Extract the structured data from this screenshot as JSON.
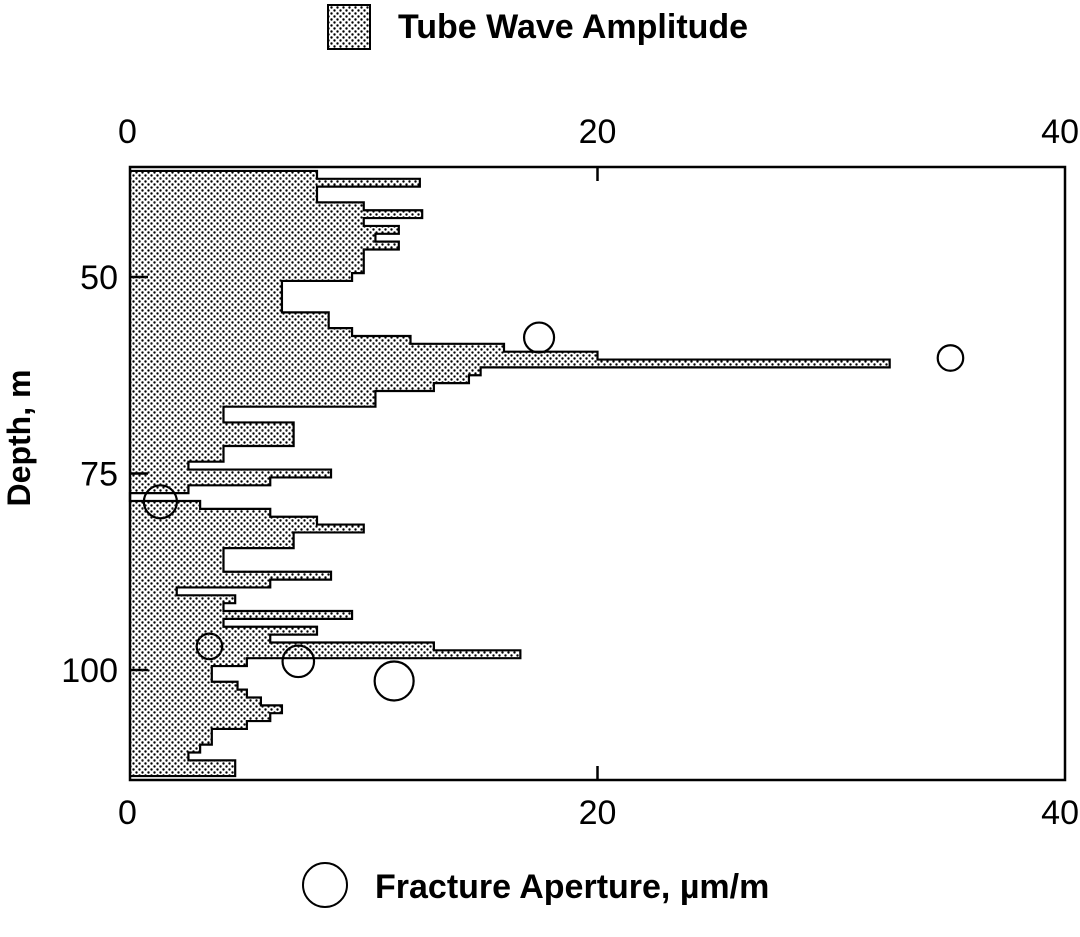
{
  "chart_data": {
    "type": "bar",
    "orientation": "horizontal",
    "ylabel": "Depth, m",
    "y_reversed": true,
    "ylim": [
      36,
      114
    ],
    "y_ticks": [
      50,
      75,
      100
    ],
    "x_ticks": [
      0,
      20,
      40
    ],
    "x_ticks_top": [
      0,
      20,
      40
    ],
    "xlim": [
      0,
      40
    ],
    "grid": false,
    "series": [
      {
        "name": "Tube Wave Amplitude",
        "kind": "step-bar",
        "pattern": "stippled",
        "depth": [
          37,
          38,
          39,
          40,
          41,
          42,
          43,
          44,
          45,
          46,
          47,
          48,
          49,
          50,
          51,
          52,
          53,
          54,
          55,
          56,
          57,
          58,
          59,
          60,
          61,
          62,
          63,
          64,
          65,
          66,
          67,
          68,
          69,
          70,
          71,
          72,
          73,
          74,
          75,
          76,
          77,
          78,
          79,
          80,
          81,
          82,
          83,
          84,
          85,
          86,
          87,
          88,
          89,
          90,
          91,
          92,
          93,
          94,
          95,
          96,
          97,
          98,
          99,
          100,
          101,
          102,
          103,
          104,
          105,
          106,
          107,
          108,
          109,
          110,
          111,
          112,
          113
        ],
        "values": [
          8,
          12.4,
          8,
          8,
          10,
          12.5,
          10,
          11.5,
          10.5,
          11.5,
          10,
          10,
          10,
          9.5,
          6.5,
          6.5,
          6.5,
          6.5,
          8.5,
          8.5,
          9.5,
          12,
          16,
          20,
          32.5,
          15,
          14.5,
          13,
          10.5,
          10.5,
          4,
          4,
          7,
          7,
          7,
          4,
          4,
          2.5,
          8.6,
          6,
          2.5,
          0,
          3,
          6,
          8,
          10,
          7,
          7,
          4,
          4,
          4,
          8.6,
          6,
          2,
          4.5,
          4,
          9.5,
          4,
          8,
          6,
          13,
          16.7,
          5,
          3.5,
          3.5,
          4.6,
          5,
          5.6,
          6.5,
          6,
          5,
          3.5,
          3.5,
          3,
          2.5,
          4.5,
          4.5
        ]
      },
      {
        "name": "Fracture Aperture, µm/m",
        "kind": "bubble",
        "points": [
          {
            "x": 17.5,
            "depth": 57.7,
            "size": 1.0
          },
          {
            "x": 35.1,
            "depth": 60.3,
            "size": 0.85
          },
          {
            "x": 1.3,
            "depth": 78.6,
            "size": 1.1
          },
          {
            "x": 3.4,
            "depth": 97.0,
            "size": 0.85
          },
          {
            "x": 7.2,
            "depth": 98.9,
            "size": 1.05
          },
          {
            "x": 11.3,
            "depth": 101.4,
            "size": 1.3
          }
        ]
      }
    ],
    "legend": [
      {
        "label": "Tube Wave Amplitude",
        "marker": "stippled-square",
        "placement": "top-center"
      },
      {
        "label": "Fracture Aperture, µm/m",
        "marker": "open-circle",
        "placement": "bottom-center"
      }
    ]
  }
}
